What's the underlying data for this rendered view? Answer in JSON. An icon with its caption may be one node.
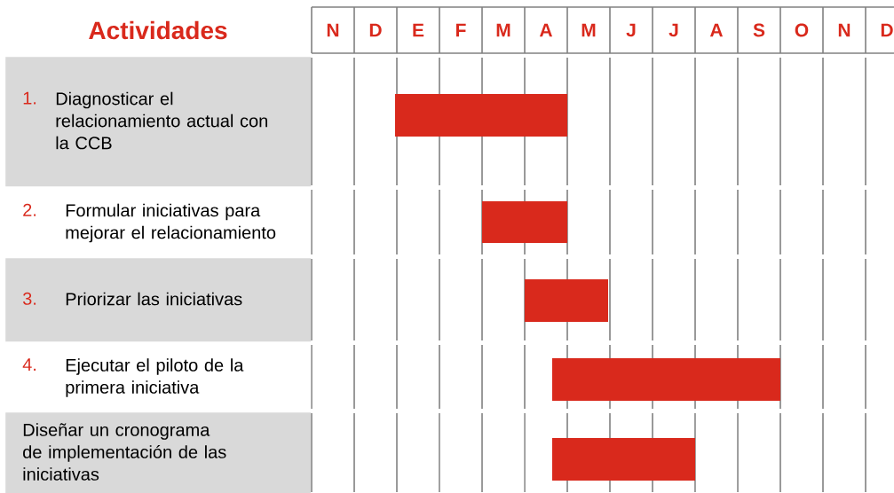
{
  "diagram": {
    "nodes": [
      {
        "text": [
          "1.",
          "Diagnosticar el relacionamiento actual con la CCB"
        ]
      },
      {
        "text": [
          "2.",
          "Formular iniciativas para mejorar el relacionamiento"
        ]
      },
      {
        "text": [
          "3.",
          "Priorizar las iniciativas"
        ]
      },
      {
        "text": [
          "4.",
          "Ejecutar el piloto de la primera iniciativa"
        ]
      },
      {
        "text": [
          "Diseñar un cronograma de implementación de las iniciativas"
        ]
      },
      {
        "text": [],
        "shape": "bar"
      },
      {
        "text": [],
        "shape": "bar"
      },
      {
        "text": [],
        "shape": "bar"
      },
      {
        "text": [],
        "shape": "bar"
      },
      {
        "text": [],
        "shape": "bar"
      }
    ],
    "labels": [
      "Actividades",
      "N",
      "D",
      "E",
      "F",
      "M",
      "A",
      "M",
      "J",
      "J",
      "A",
      "S",
      "O",
      "N",
      "D"
    ]
  }
}
